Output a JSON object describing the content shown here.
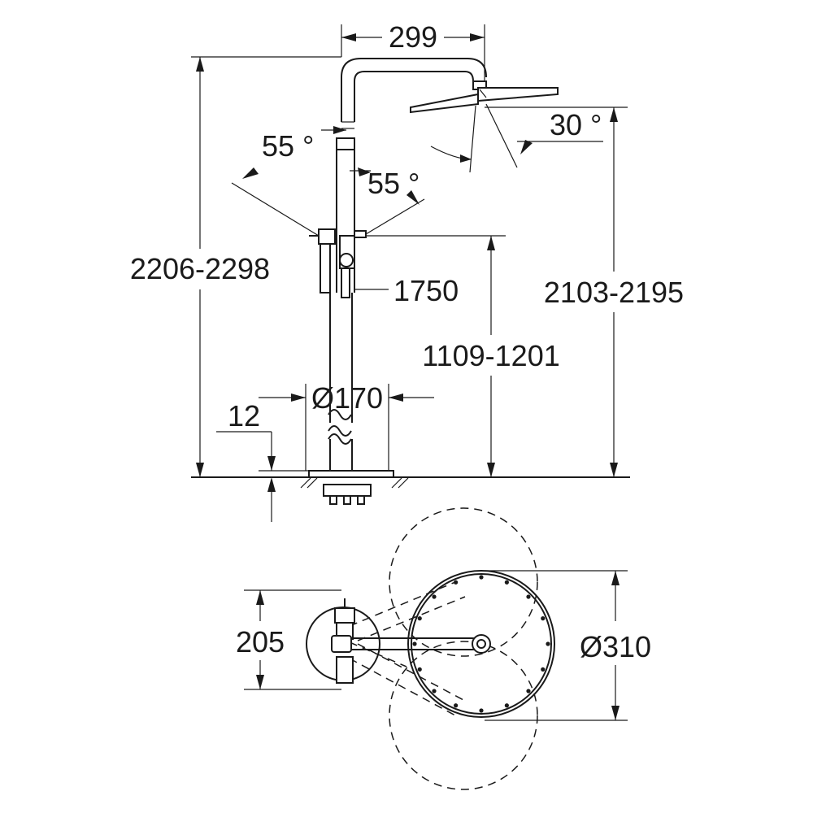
{
  "dimensions": {
    "arm_projection": "299",
    "head_tilt_angle": "30 °",
    "handle_angle_left": "55 °",
    "handle_angle_right": "55 °",
    "total_height": "2206-2298",
    "handle_height": "1750",
    "outlet_height": "2103-2195",
    "control_height": "1109-1201",
    "base_diameter": "Ø170",
    "base_thickness": "12",
    "plan_depth": "205",
    "head_diameter": "Ø310"
  }
}
